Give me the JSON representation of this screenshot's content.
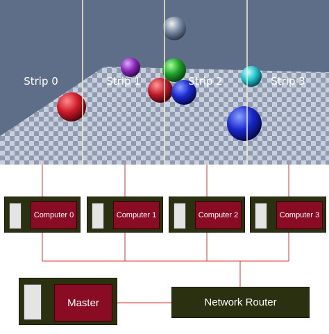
{
  "strips": [
    "Strip 0",
    "Strip 1",
    "Strip 2",
    "Strip 3"
  ],
  "computers": [
    "Computer 0",
    "Computer 1",
    "Computer 2",
    "Computer 3"
  ],
  "master": "Master",
  "router": "Network Router",
  "colors": {
    "wire": "#e03030",
    "box": "#2b3010",
    "panel": "#8a0c24",
    "sky": "#5e6e88",
    "strip_divider": "#f4f0c8"
  }
}
